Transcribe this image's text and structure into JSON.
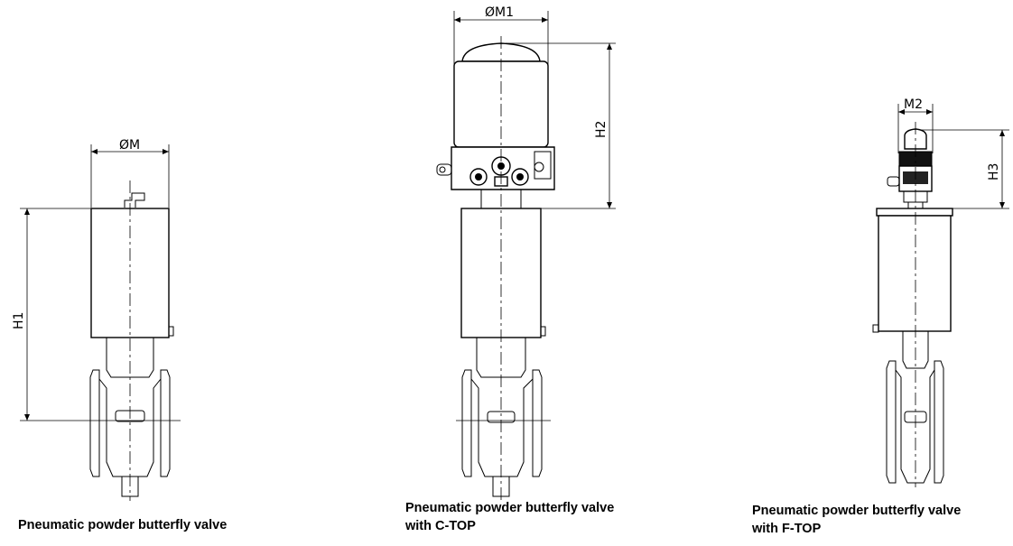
{
  "valves": [
    {
      "caption_line1": "Pneumatic powder butterfly valve",
      "caption_line2": "",
      "dim_width": "ØM",
      "dim_height": "H1"
    },
    {
      "caption_line1": "Pneumatic powder butterfly valve",
      "caption_line2": "with C-TOP",
      "dim_width": "ØM1",
      "dim_height": "H2"
    },
    {
      "caption_line1": "Pneumatic powder butterfly valve",
      "caption_line2": "with F-TOP",
      "dim_width": "M2",
      "dim_height": "H3"
    }
  ]
}
